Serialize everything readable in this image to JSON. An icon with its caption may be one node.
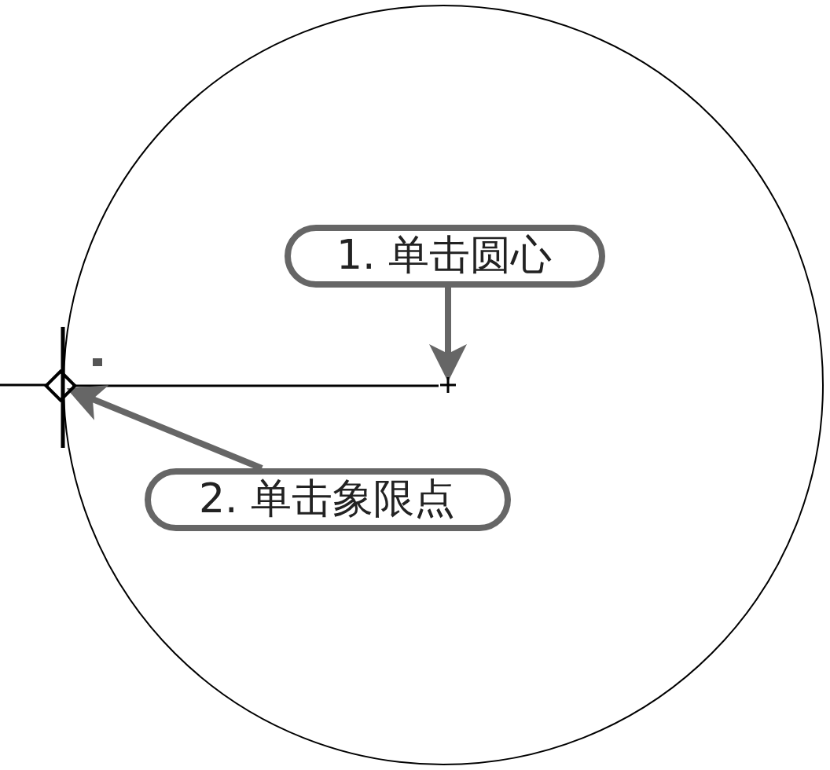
{
  "diagram": {
    "nodes": [
      {
        "text": [],
        "shape": "circle"
      },
      {
        "text": [
          "1. 单击圆心"
        ],
        "in": 0
      },
      {
        "text": [],
        "shape": "diamond"
      },
      {
        "text": [],
        "shape": "cross",
        "in": 0
      },
      {
        "text": [
          "2. 单击象限点"
        ],
        "in": 0
      }
    ],
    "edges": [
      {
        "from": 1,
        "to": 3,
        "arrow": "to"
      },
      {
        "from": 2,
        "to": 3,
        "arrow": "none",
        "color": "#000000"
      },
      {
        "from": 4,
        "to": 2,
        "arrow": "to"
      }
    ]
  }
}
